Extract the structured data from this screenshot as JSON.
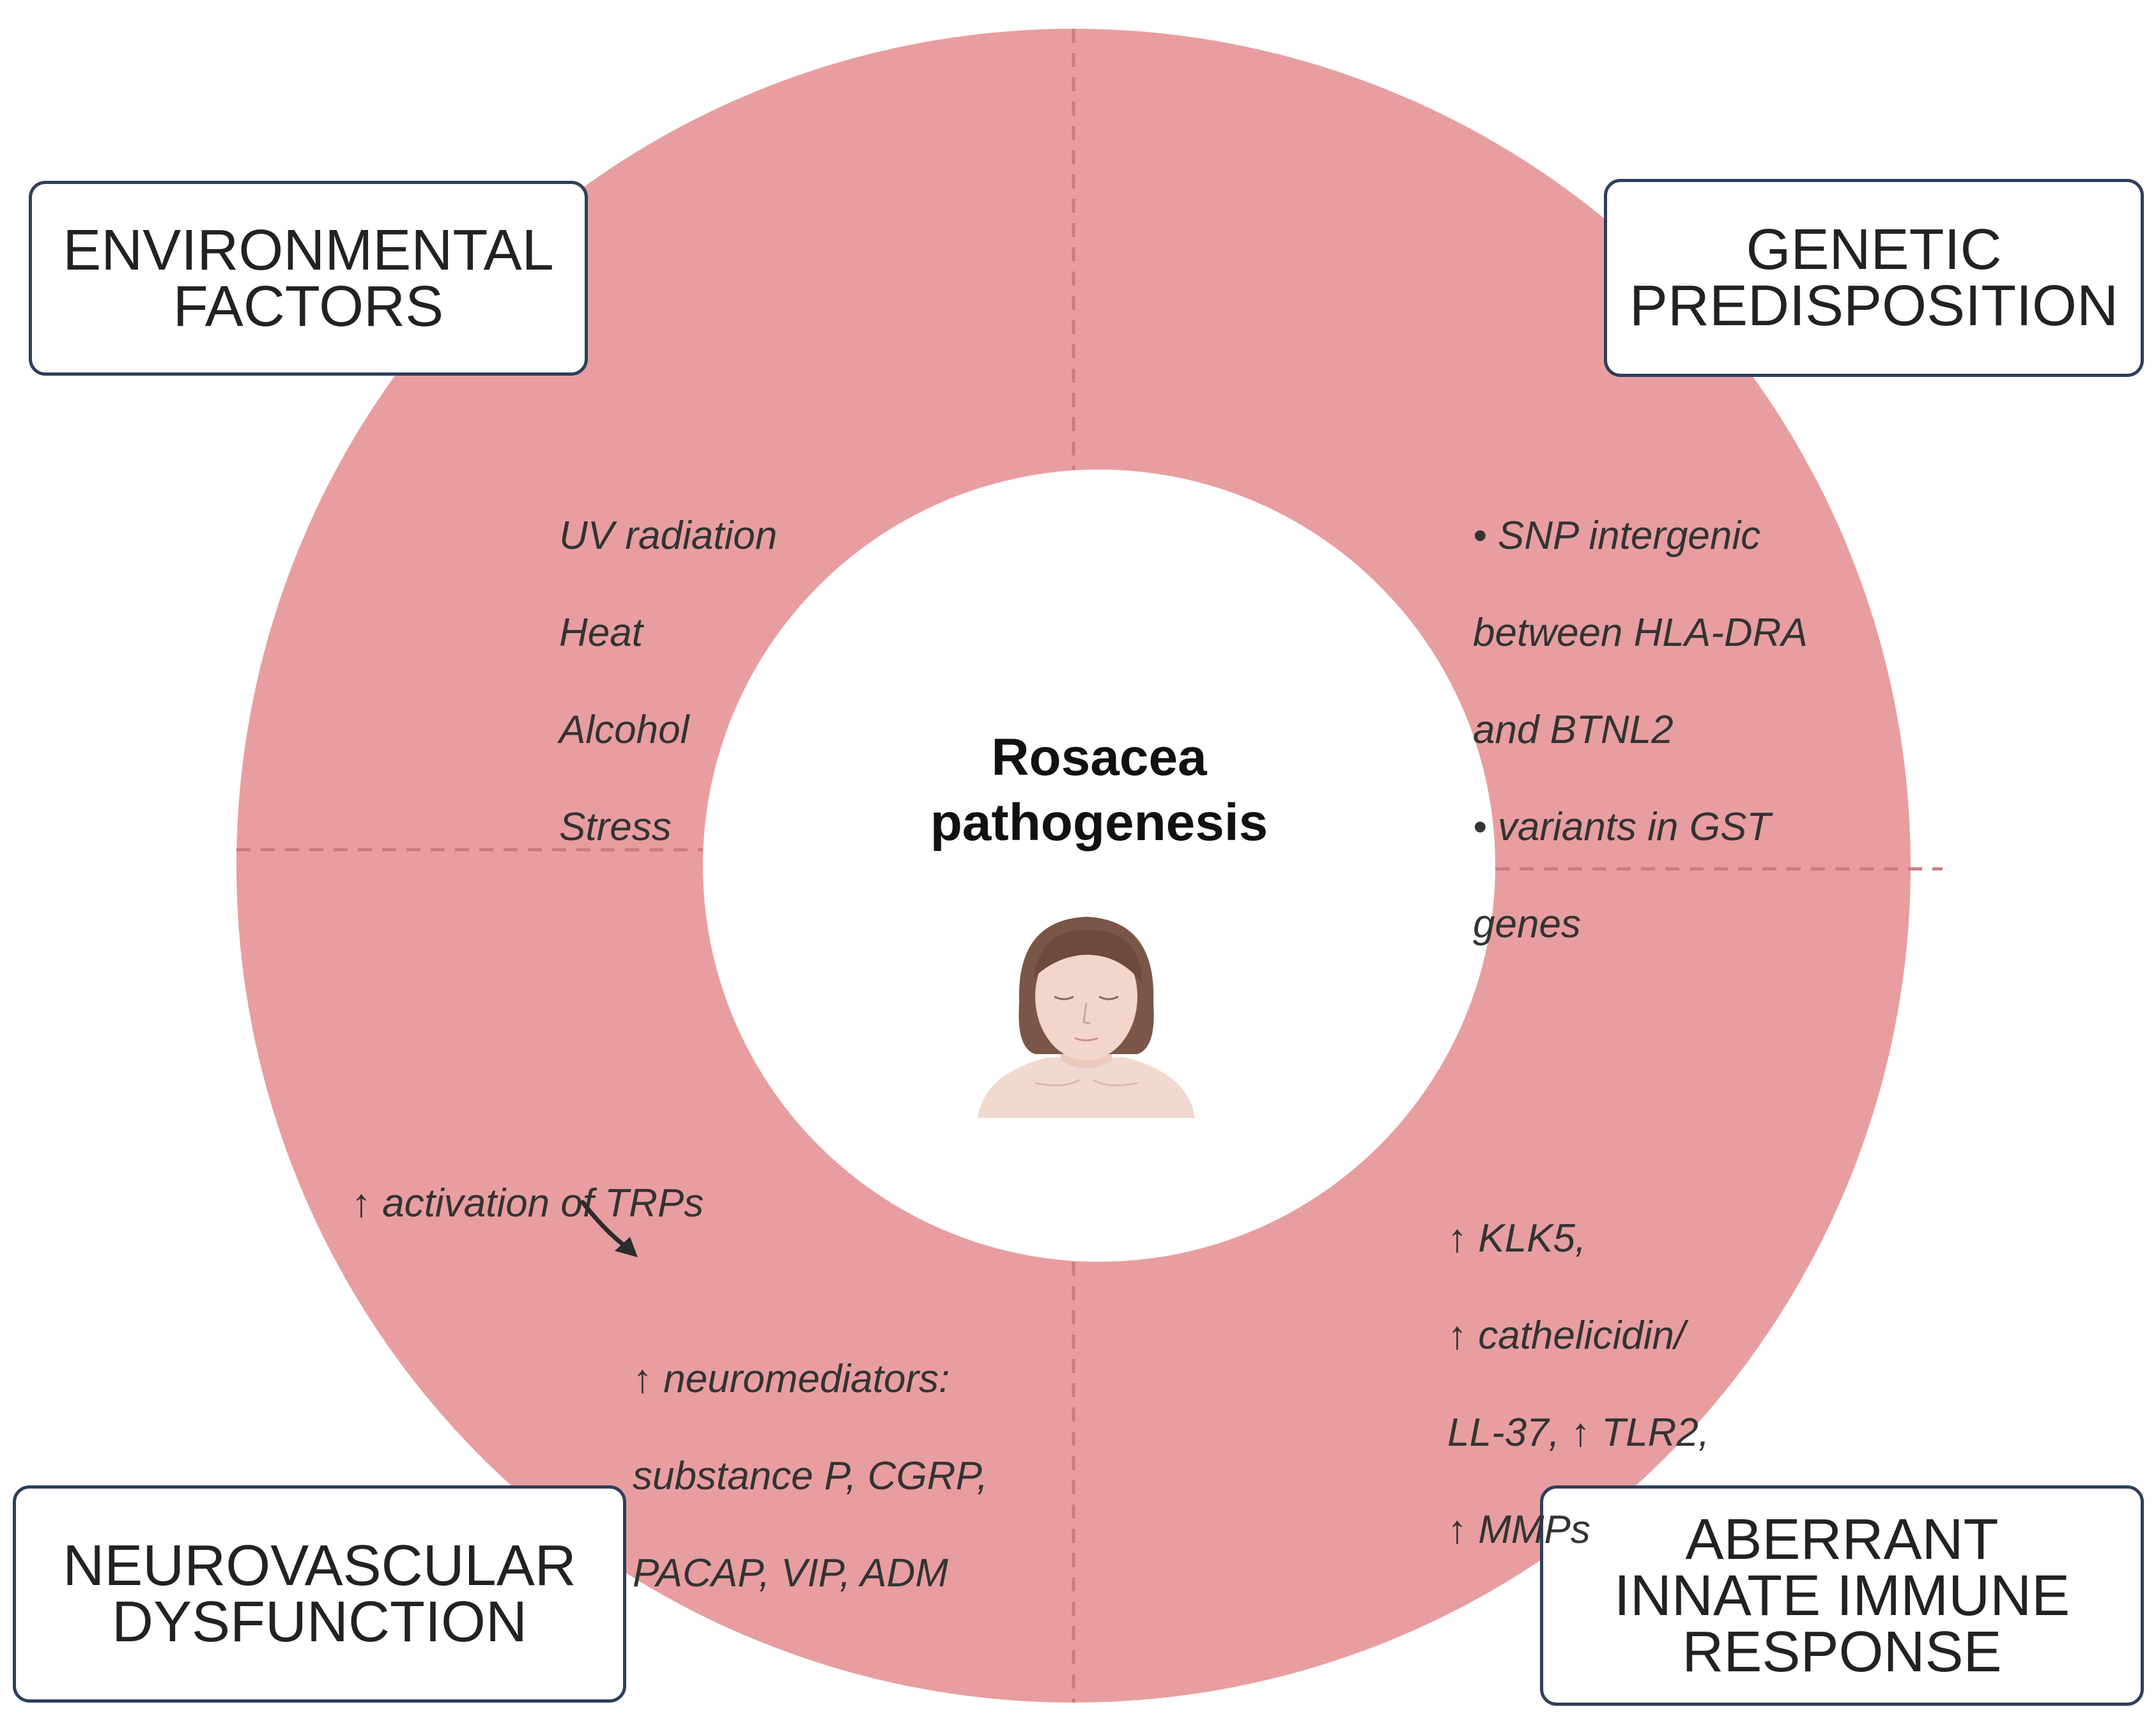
{
  "colors": {
    "ring": "#e89ea0",
    "ring_divider": "#c97c80",
    "box_border": "#2e3f5c",
    "center": "#ffffff"
  },
  "center": {
    "title_lines": [
      "Rosacea",
      "pathogenesis"
    ],
    "icon": "woman-face-icon"
  },
  "quadrants": {
    "environmental": {
      "label": "ENVIRONMENTAL\nFACTORS",
      "notes": [
        "UV radiation",
        "Heat",
        "Alcohol",
        "Stress"
      ]
    },
    "genetic": {
      "label": "GENETIC\nPREDISPOSITION",
      "notes": [
        "• SNP intergenic",
        "between HLA-DRA",
        "and BTNL2",
        "• variants in GST",
        "genes"
      ]
    },
    "neurovascular": {
      "label": "NEUROVASCULAR\nDYSFUNCTION",
      "note_top": "↑ activation of TRPs",
      "notes": [
        "↑ neuromediators:",
        "substance P, CGRP,",
        "PACAP, VIP, ADM"
      ],
      "arrow_icon": "arrow-down-right-icon"
    },
    "immune": {
      "label": "ABERRANT\nINNATE IMMUNE\nRESPONSE",
      "notes": [
        "↑ KLK5,",
        "↑ cathelicidin/",
        "LL-37, ↑ TLR2,",
        "↑ MMPs"
      ]
    }
  }
}
